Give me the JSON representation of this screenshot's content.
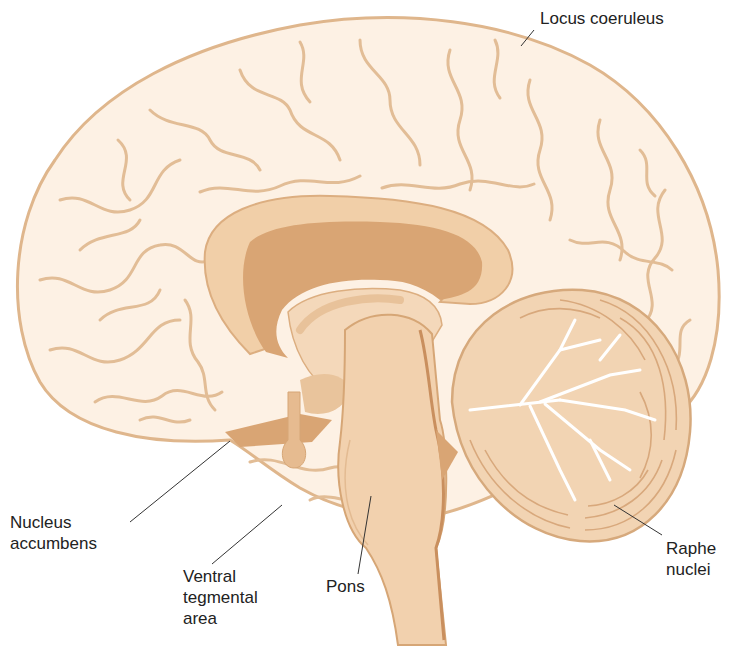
{
  "diagram": {
    "labels": [
      "Locus coeruleus",
      "Nucleus accumbens",
      "Ventral tegmental area",
      "Pons",
      "Raphe nuclei"
    ]
  }
}
